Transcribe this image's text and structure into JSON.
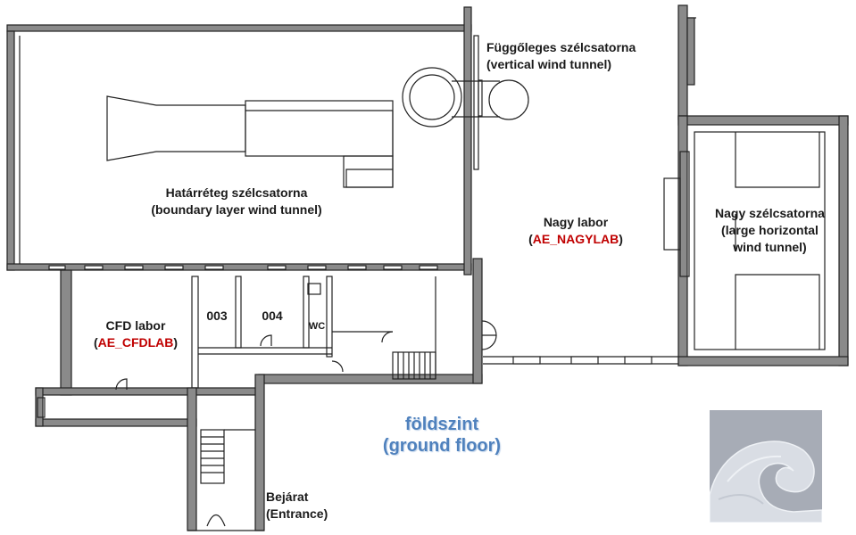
{
  "title": "",
  "rooms": {
    "vertical_tunnel": {
      "line1": "Függőleges szélcsatorna",
      "line2": "(vertical wind tunnel)"
    },
    "boundary_layer": {
      "line1": "Határréteg szélcsatorna",
      "line2": "(boundary layer wind tunnel)"
    },
    "nagy_labor": {
      "line1": "Nagy labor",
      "code": "AE_NAGYLAB"
    },
    "large_tunnel": {
      "line1": "Nagy szélcsatorna",
      "line2": "(large horizontal",
      "line3": "wind tunnel)"
    },
    "cfd_labor": {
      "line1": "CFD labor",
      "code": "AE_CFDLAB"
    },
    "room_003": "003",
    "room_004": "004",
    "wc": "WC",
    "entrance": {
      "line1": "Bejárat",
      "line2": "(Entrance)"
    }
  },
  "floor_label": {
    "line1": "földszint",
    "line2": "(ground floor)"
  },
  "colors": {
    "wall": "#7f7f7f",
    "line": "#222222",
    "code_red": "#c00000",
    "floor_blue": "#4f81bd",
    "logo_bg": "#a7acb6"
  },
  "icons": {
    "logo": "wave-logo-icon"
  }
}
